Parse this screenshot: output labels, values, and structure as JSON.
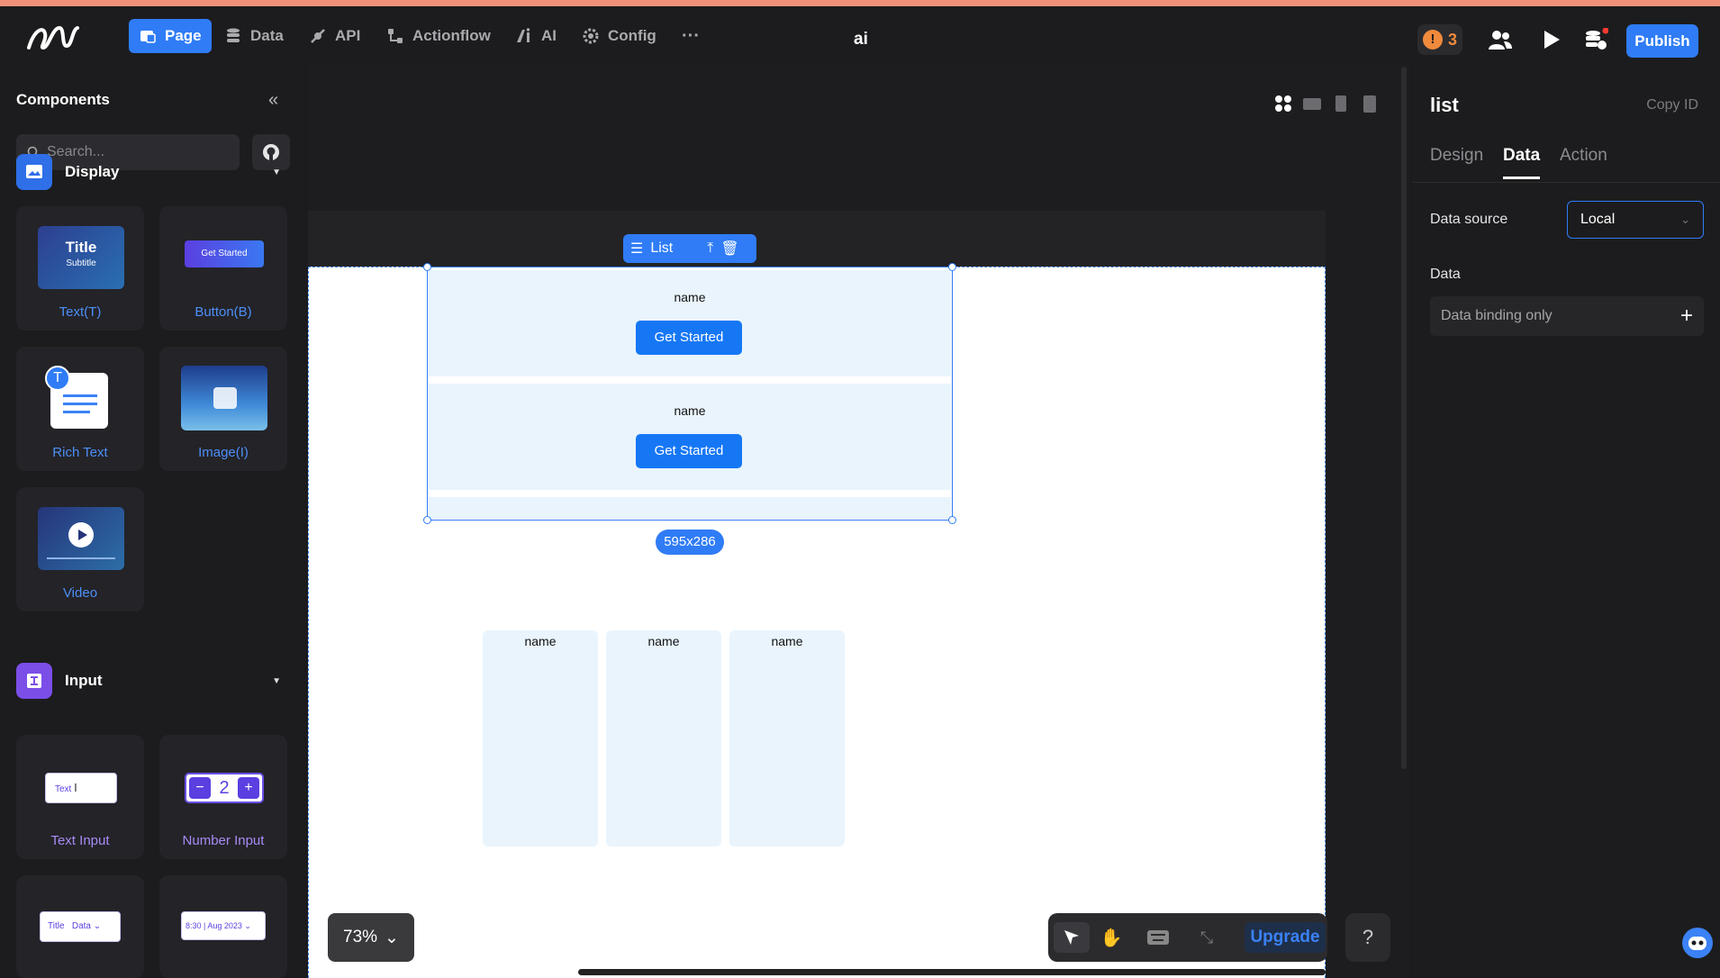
{
  "topbar": {
    "tabs": [
      {
        "label": "Page",
        "icon": "page-icon",
        "active": true
      },
      {
        "label": "Data",
        "icon": "database-icon"
      },
      {
        "label": "API",
        "icon": "api-icon"
      },
      {
        "label": "Actionflow",
        "icon": "actionflow-icon"
      },
      {
        "label": "AI",
        "icon": "ai-icon"
      },
      {
        "label": "Config",
        "icon": "gear-icon"
      }
    ],
    "project_name": "ai",
    "warning_count": "3",
    "warning_symbol": "!",
    "publish_label": "Publish",
    "more_label": "···"
  },
  "left_panel": {
    "title": "Components",
    "search_placeholder": "Search...",
    "sections": [
      {
        "name": "Display",
        "components": [
          {
            "label": "Text(T)",
            "thumb_title": "Title",
            "thumb_subtitle": "Subtitle"
          },
          {
            "label": "Button(B)",
            "thumb_text": "Get Started"
          },
          {
            "label": "Rich Text",
            "thumb_badge": "T"
          },
          {
            "label": "Image(I)"
          },
          {
            "label": "Video"
          }
        ]
      },
      {
        "name": "Input",
        "components": [
          {
            "label": "Text Input",
            "thumb_text": "Text"
          },
          {
            "label": "Number Input",
            "thumb_value": "2",
            "thumb_minus": "−",
            "thumb_plus": "+"
          },
          {
            "label": "",
            "thumb_text": "Title",
            "thumb_value": "Data"
          },
          {
            "label": "",
            "thumb_text": "8:30",
            "thumb_value": "Aug 2023"
          }
        ]
      }
    ]
  },
  "canvas": {
    "list_toolbar_label": "List",
    "list_items": [
      {
        "name": "name",
        "button": "Get Started"
      },
      {
        "name": "name",
        "button": "Get Started"
      }
    ],
    "size_badge": "595x286",
    "grid_items": [
      "name",
      "name",
      "name"
    ],
    "zoom": "73%",
    "upgrade_label": "Upgrade",
    "help_label": "?"
  },
  "right_panel": {
    "title": "list",
    "copy_id_label": "Copy ID",
    "tabs": [
      "Design",
      "Data",
      "Action"
    ],
    "active_tab": "Data",
    "data_source_label": "Data source",
    "data_source_value": "Local",
    "data_label": "Data",
    "data_binding_placeholder": "Data binding only"
  },
  "colors": {
    "accent": "#2f7cf6",
    "warning": "#f08a3c",
    "top_strip": "#f0907a"
  }
}
